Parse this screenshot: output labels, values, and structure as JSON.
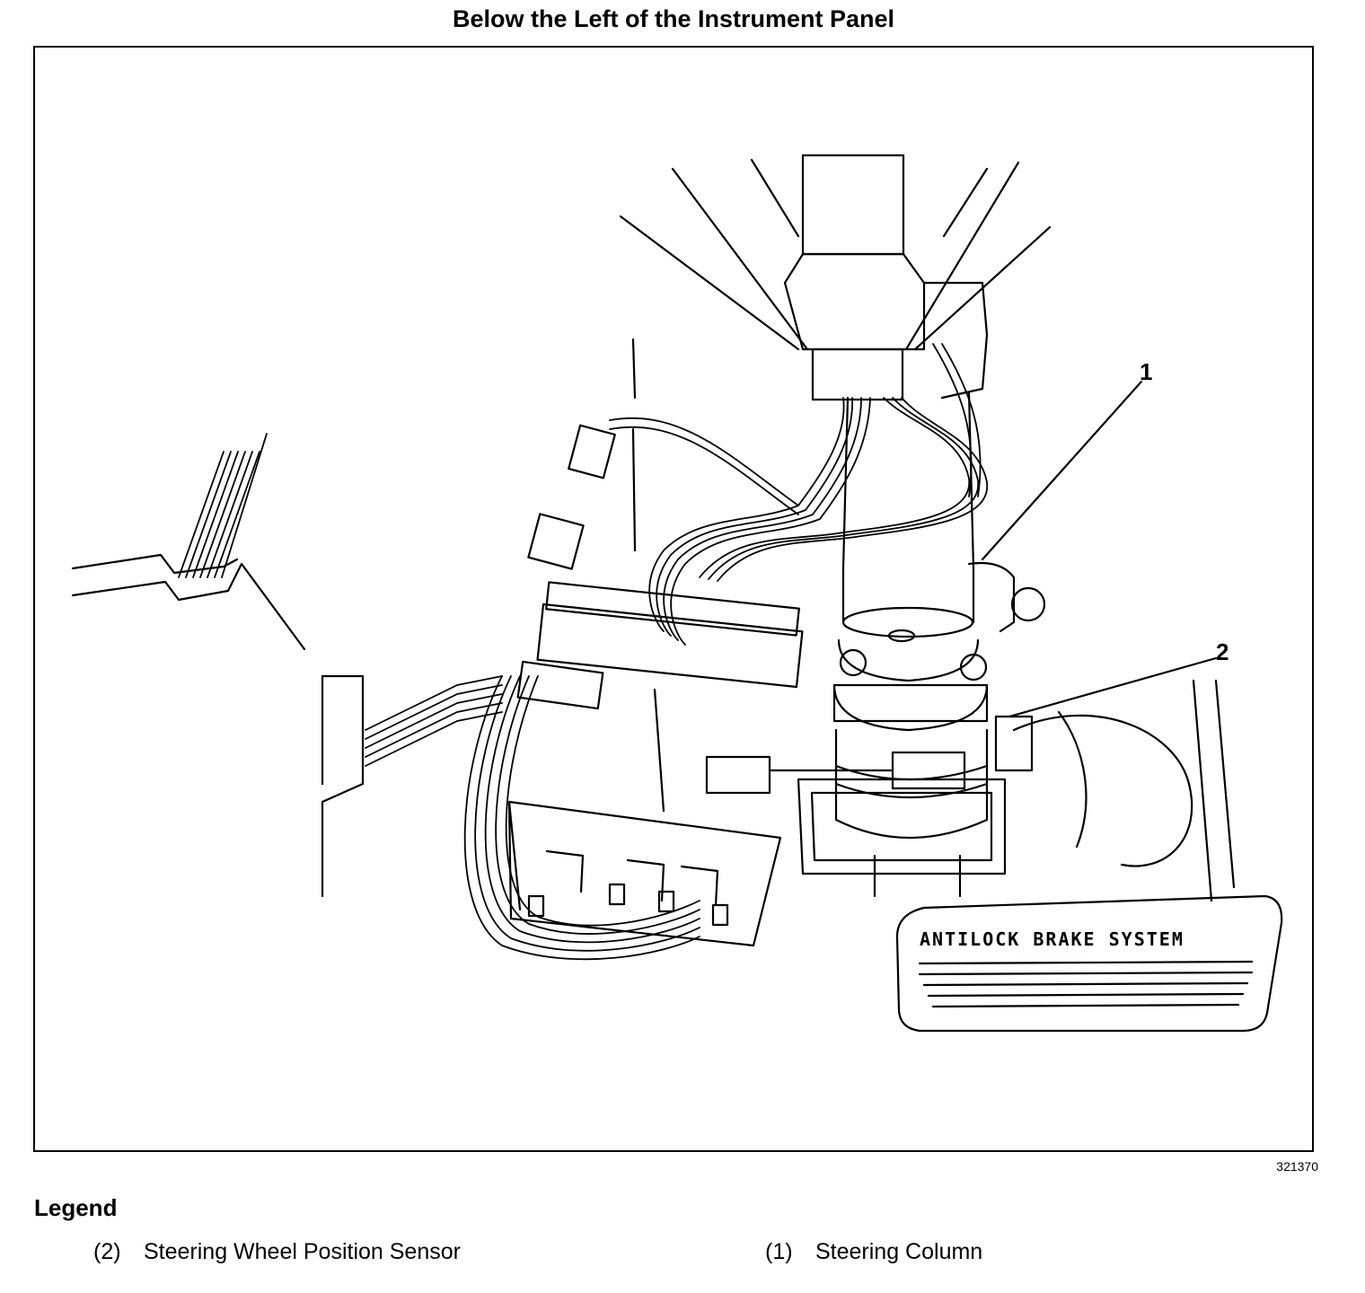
{
  "title": "Below the Left of the Instrument Panel",
  "figure_id": "321370",
  "callouts": {
    "steering_column": "1",
    "steering_wheel_position_sensor": "2"
  },
  "panel_label": "ANTILOCK BRAKE SYSTEM",
  "legend": {
    "heading": "Legend",
    "items": [
      {
        "num": "(2)",
        "label": "Steering Wheel Position Sensor"
      },
      {
        "num": "(1)",
        "label": "Steering Column"
      }
    ]
  }
}
